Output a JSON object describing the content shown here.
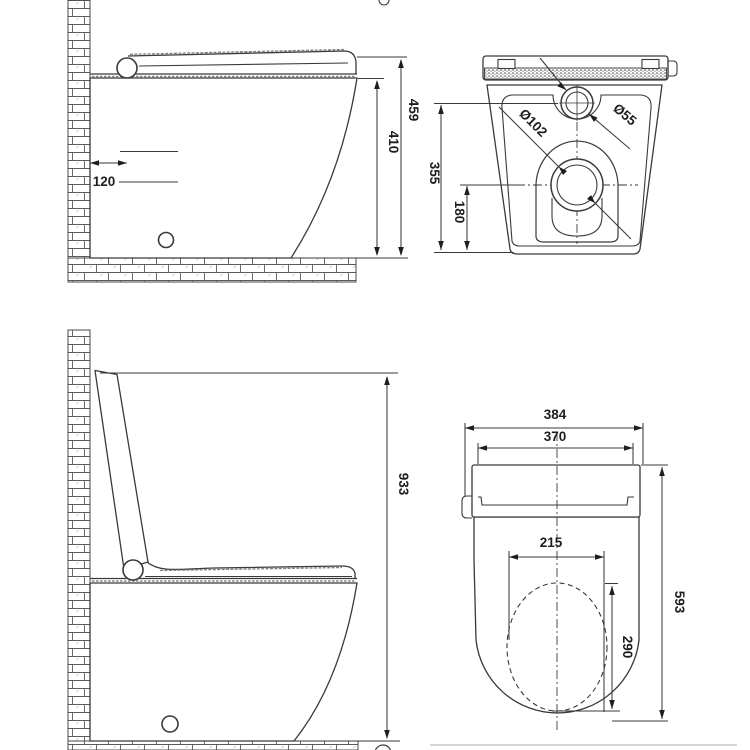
{
  "document_type": "technical drawing",
  "subject": "toilet dimensional diagram",
  "colors": {
    "ink": "#3a3a3a",
    "light_ink": "#777777",
    "background": "#ffffff"
  },
  "views": {
    "side_seat_down": {
      "dims": {
        "inlet_offset": "120",
        "seat_height": "410",
        "lid_height": "459"
      }
    },
    "rear": {
      "dims": {
        "outlet_diameter": "Ø102",
        "inlet_diameter": "Ø55",
        "inlet_height": "355",
        "outlet_height": "180"
      }
    },
    "side_seat_up": {
      "dims": {
        "open_lid_height": "933"
      }
    },
    "top": {
      "dims": {
        "overall_width": "384",
        "tank_width": "370",
        "bowl_width": "215",
        "bowl_length": "290",
        "overall_depth": "593"
      }
    }
  }
}
